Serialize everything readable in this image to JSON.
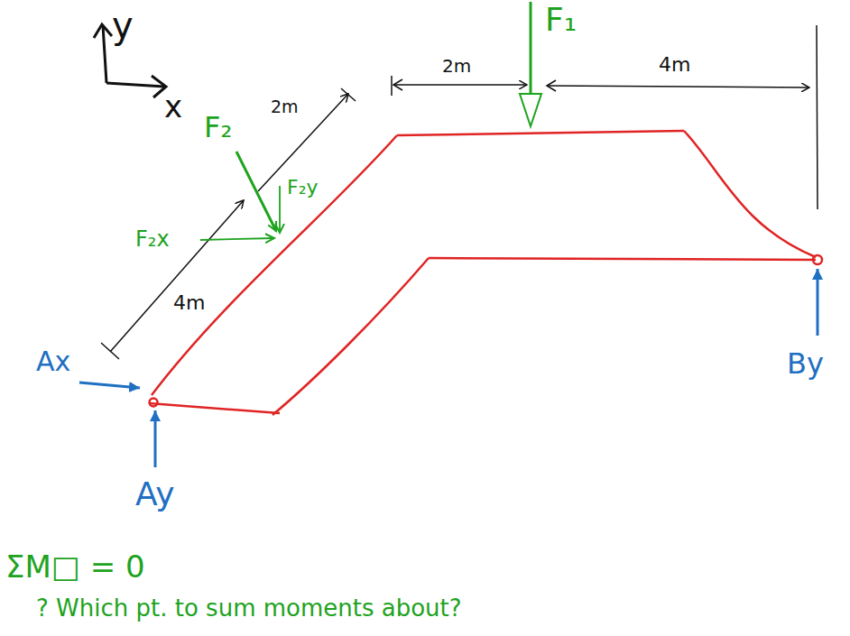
{
  "diagram": {
    "labels": [
      "y",
      "x",
      "F₁",
      "2m",
      "4m",
      "2m",
      "F₂",
      "F₂y",
      "F₂x",
      "4m",
      "Ax",
      "Ay",
      "By",
      "ΣM□ = 0",
      "? Which pt. to sum moments about?"
    ]
  }
}
